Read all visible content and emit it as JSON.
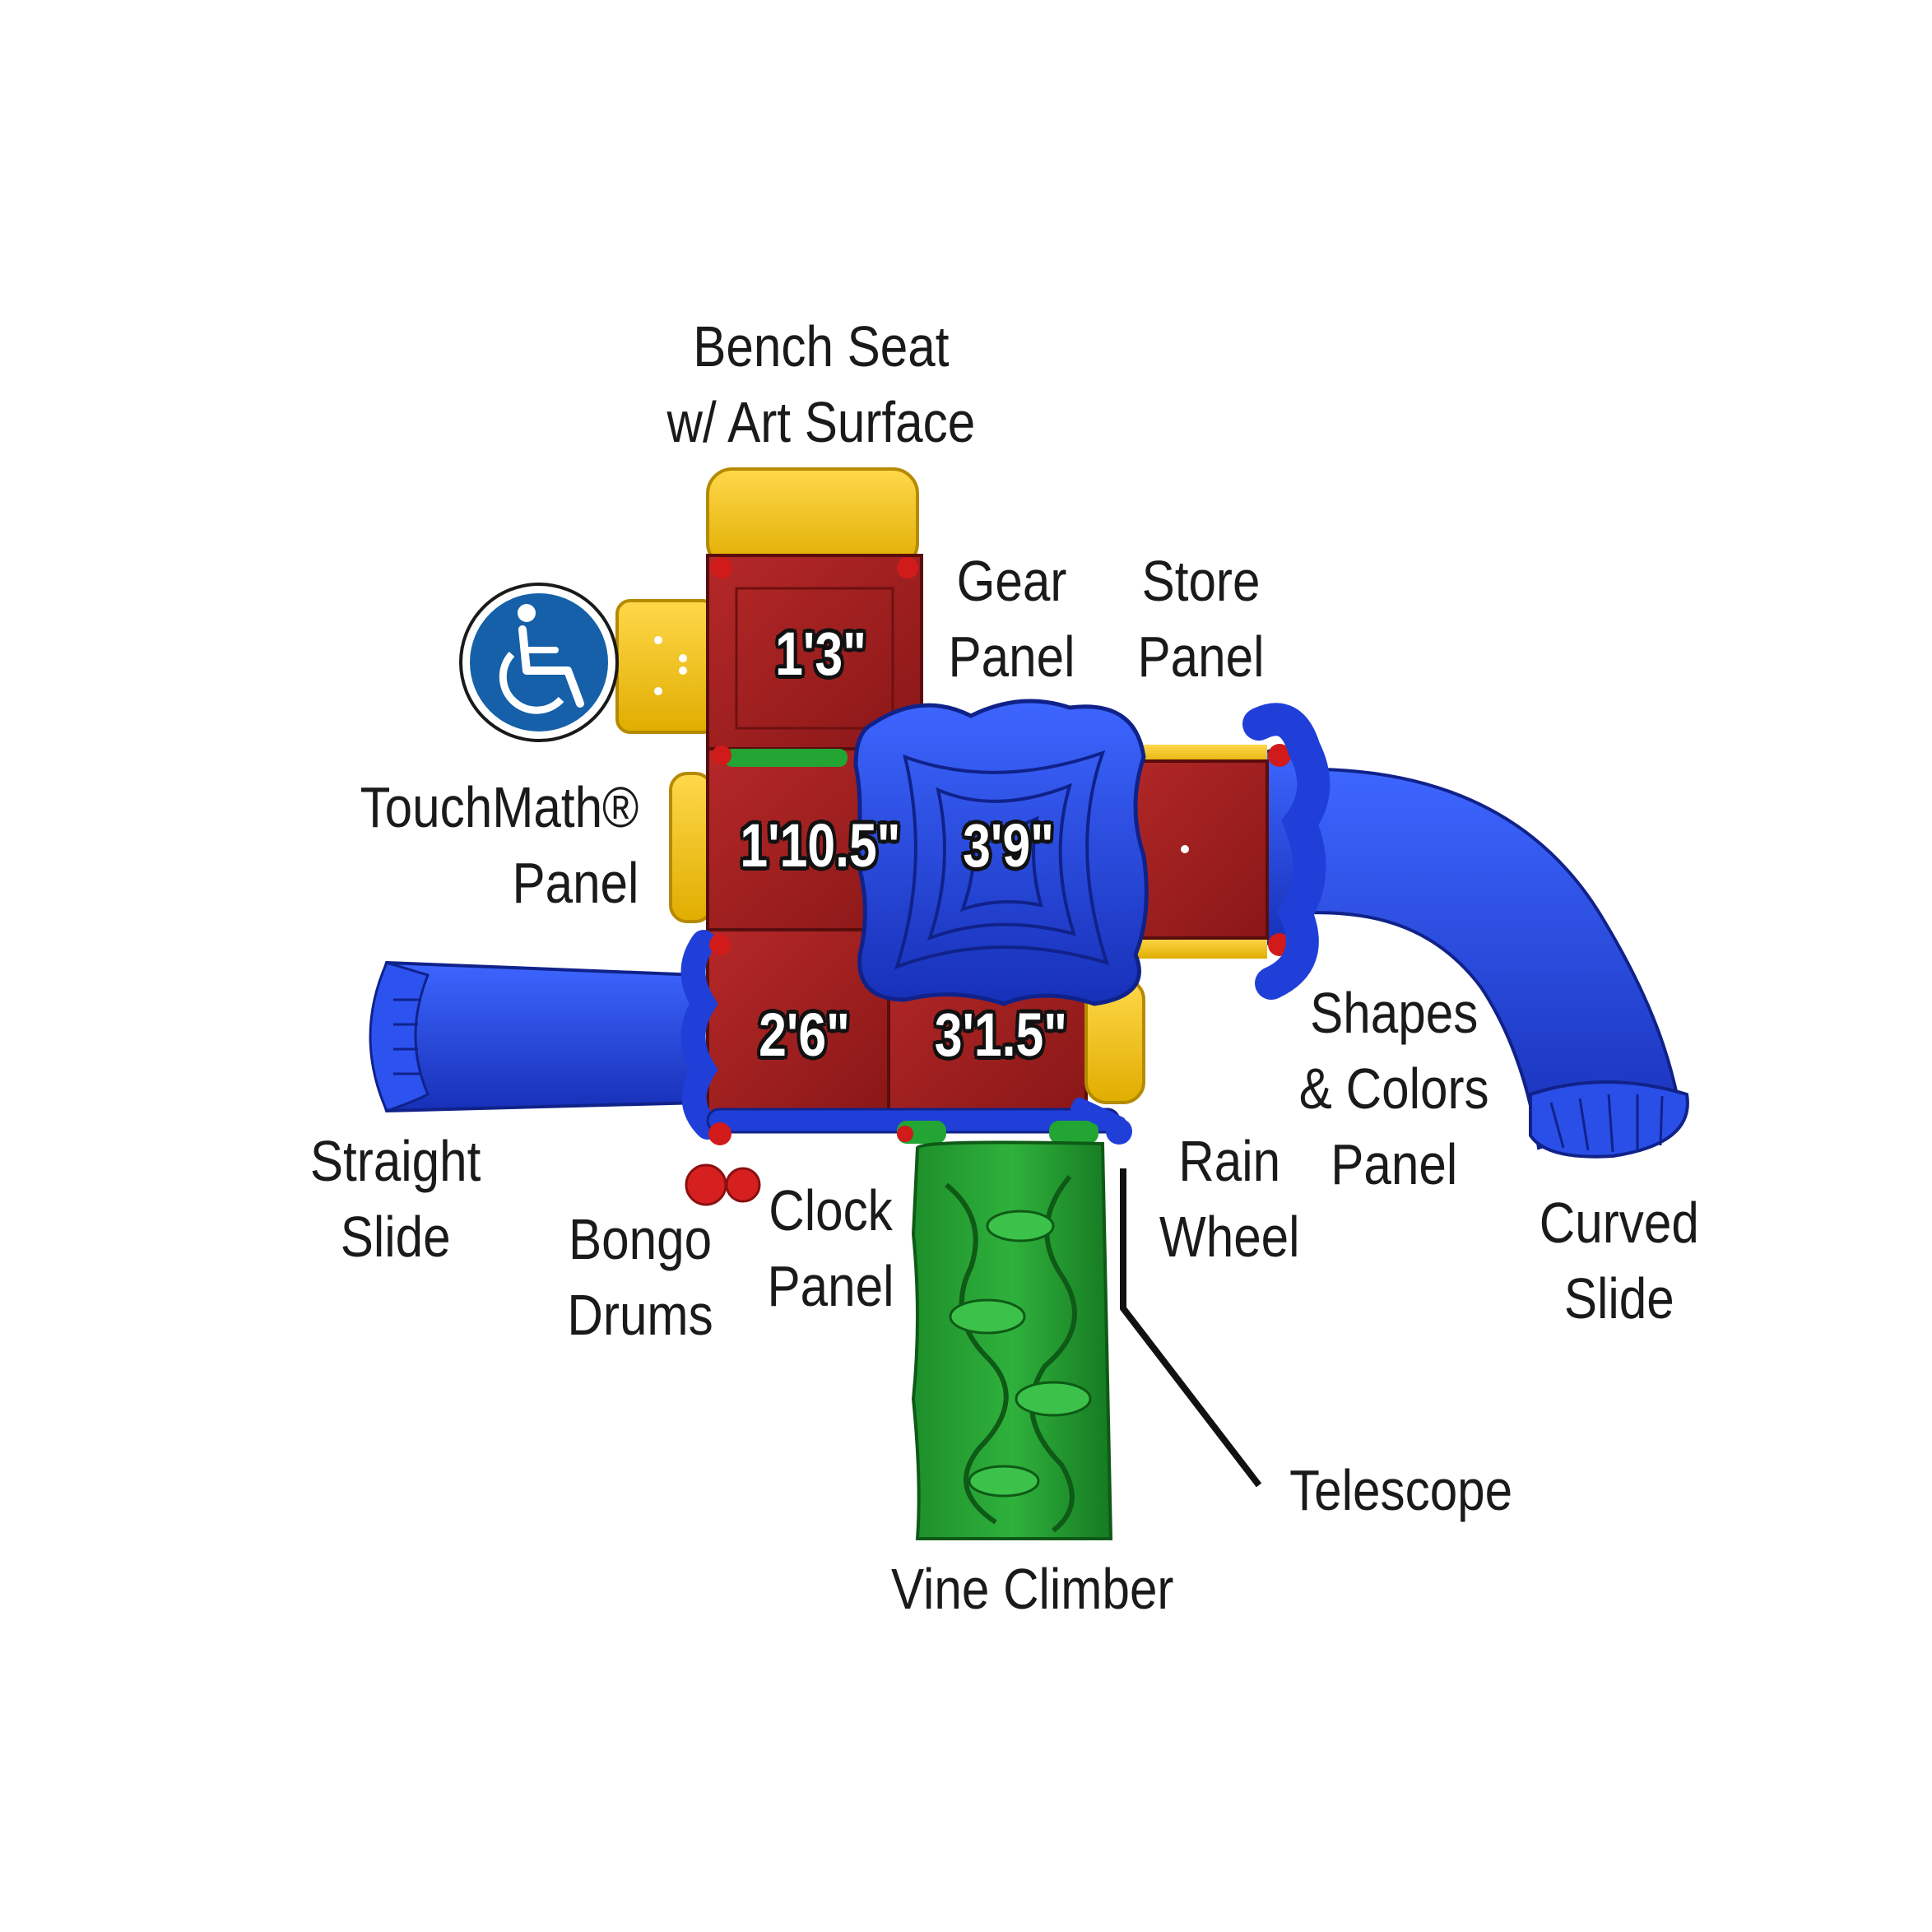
{
  "labels": {
    "bench_seat": [
      "Bench Seat",
      "w/ Art Surface"
    ],
    "gear_panel": [
      "Gear",
      "Panel"
    ],
    "store_panel": [
      "Store",
      "Panel"
    ],
    "touchmath_panel": [
      "TouchMath®",
      "Panel"
    ],
    "shapes_colors_panel": [
      "Shapes",
      "& Colors",
      "Panel"
    ],
    "straight_slide": [
      "Straight",
      "Slide"
    ],
    "bongo_drums": [
      "Bongo",
      "Drums"
    ],
    "clock_panel": [
      "Clock",
      "Panel"
    ],
    "rain_wheel": [
      "Rain",
      "Wheel"
    ],
    "curved_slide": [
      "Curved",
      "Slide"
    ],
    "telescope": "Telescope",
    "vine_climber": "Vine Climber"
  },
  "heights": {
    "top_deck": "1'3\"",
    "mid_left_deck": "1'10.5\"",
    "center_deck": "3'9\"",
    "lower_left_deck": "2'6\"",
    "lower_right_deck": "3'1.5\""
  },
  "icons": {
    "accessibility": "wheelchair-icon"
  },
  "colors": {
    "deck_red": "#a01f1f",
    "frame_yellow": "#f2c200",
    "slide_blue": "#1f3fd8",
    "climber_green": "#1a9a2a",
    "badge_blue": "#1560a8"
  }
}
